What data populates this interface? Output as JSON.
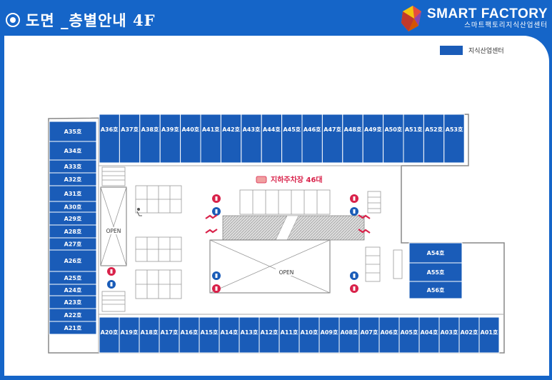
{
  "header": {
    "title": "도면 _층별안내 4F",
    "logo_main": "SMART FACTORY",
    "logo_sub": "스마트팩토리지식산업센터"
  },
  "legend": {
    "label": "지식산업센터",
    "color": "#1a5cb8"
  },
  "labels": {
    "open_left": "OPEN",
    "open_center": "OPEN",
    "parking": "지하주차장 46대"
  },
  "units": {
    "left": [
      "A35호",
      "A34호",
      "A33호",
      "A32호",
      "A31호",
      "A30호",
      "A29호",
      "A28호",
      "A27호",
      "A26호",
      "A25호",
      "A24호",
      "A23호",
      "A22호",
      "A21호"
    ],
    "top": [
      "A36호",
      "A37호",
      "A38호",
      "A39호",
      "A40호",
      "A41호",
      "A42호",
      "A43호",
      "A44호",
      "A45호",
      "A46호",
      "A47호",
      "A48호",
      "A49호",
      "A50호",
      "A51호",
      "A52호",
      "A53호"
    ],
    "bottom": [
      "A20호",
      "A19호",
      "A18호",
      "A17호",
      "A16호",
      "A15호",
      "A14호",
      "A13호",
      "A12호",
      "A11호",
      "A10호",
      "A09호",
      "A08호",
      "A07호",
      "A06호",
      "A05호",
      "A04호",
      "A03호",
      "A02호",
      "A01호"
    ],
    "right": [
      "A54호",
      "A55호",
      "A56호"
    ]
  },
  "colors": {
    "unit": "#1a5cb8",
    "header": "#1565c8",
    "restroom_male": "#1a5cb8",
    "restroom_female": "#d9224a",
    "exit_arrow": "#d9224a"
  }
}
